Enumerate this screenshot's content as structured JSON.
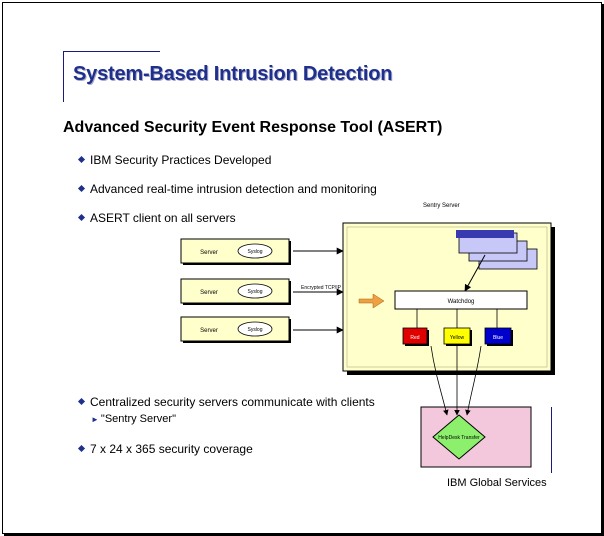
{
  "slide": {
    "title": "System-Based Intrusion Detection",
    "subtitle": "Advanced Security Event Response Tool (ASERT)",
    "bullets": [
      "IBM Security Practices Developed",
      "Advanced real-time intrusion detection and monitoring",
      "ASERT client on all servers",
      "Centralized security servers communicate with clients",
      "7 x 24 x 365 security coverage"
    ],
    "sub_bullet": "\"Sentry Server\"",
    "footer": "IBM Global Services"
  },
  "diagram": {
    "sentry_label": "Sentry Server",
    "server_label": "Server",
    "syslog_label": "Syslog",
    "protocol_label": "Encrypted TCP/IP",
    "watchdog_label": "Watchdog",
    "alert_red": "Red",
    "alert_yellow": "Yellow",
    "alert_blue": "Blue",
    "helpdesk_label": "HelpDesk Transfer",
    "colors": {
      "panel": "#ffffcc",
      "server_box": "#ffffcc",
      "red": "#e00000",
      "yellow": "#ffff00",
      "blue": "#0000cc",
      "lavender": "#c8c8f8",
      "helpdesk_bg": "#f4c8dc",
      "diamond": "#8cf06c",
      "arrow_orange": "#f0a040"
    }
  }
}
